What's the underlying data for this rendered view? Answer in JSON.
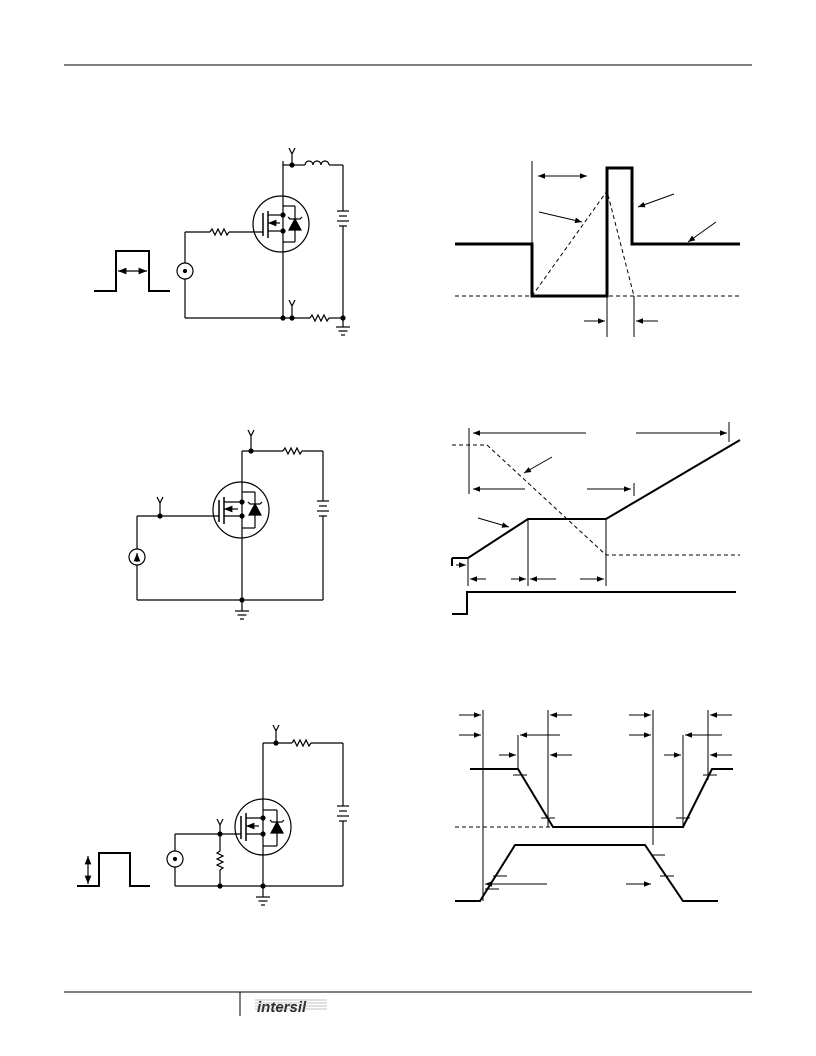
{
  "footer": {
    "logo": "intersil"
  },
  "figures": [
    {
      "id": "unclamped-test-circuit"
    },
    {
      "id": "unclamped-energy-waveforms"
    },
    {
      "id": "gate-charge-test-circuit"
    },
    {
      "id": "gate-charge-waveforms"
    },
    {
      "id": "switching-time-test-circuit"
    },
    {
      "id": "switching-time-waveforms"
    }
  ],
  "colors": {
    "ink": "#000000",
    "rule": "#000000"
  }
}
